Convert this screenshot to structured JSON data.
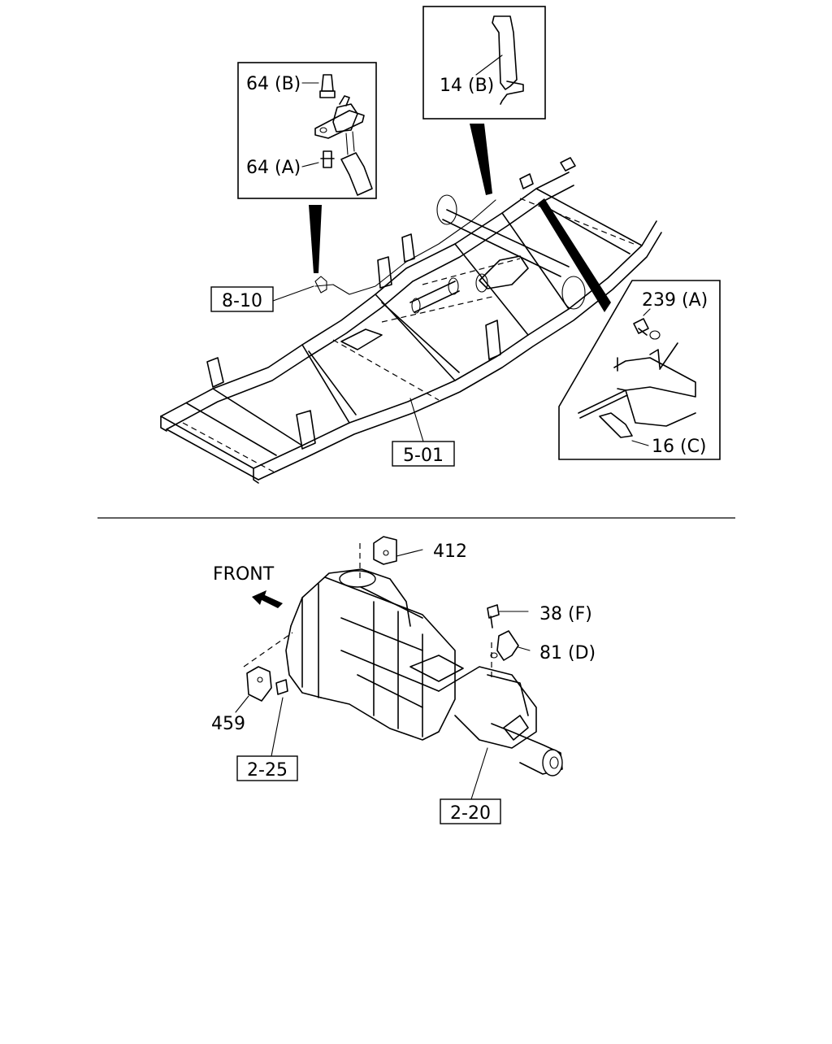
{
  "top": {
    "callout_b": {
      "label_top": "64 (B)",
      "label_bottom": "64 (A)"
    },
    "callout_c": {
      "label": "14 (B)"
    },
    "callout_d": {
      "label_top": "239 (A)",
      "label_bottom": "16 (C)"
    },
    "ref_frame": "5-01",
    "ref_harness": "8-10"
  },
  "bottom": {
    "front_label": "FRONT",
    "label_412": "412",
    "label_38f": "38 (F)",
    "label_81d": "81 (D)",
    "label_459": "459",
    "ref_left": "2-25",
    "ref_right": "2-20"
  }
}
